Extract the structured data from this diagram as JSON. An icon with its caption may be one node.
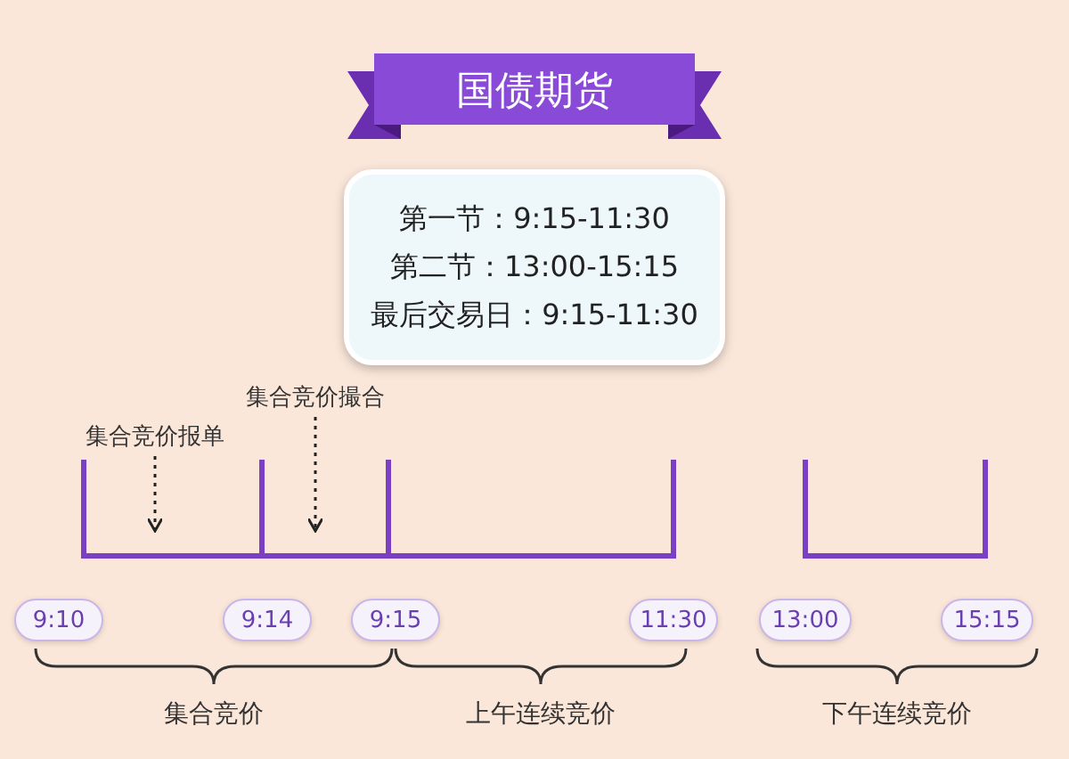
{
  "diagram": {
    "title": "国债期货",
    "nodes": [
      {
        "text": [
          "第一节：9:15-11:30",
          "第二节：13:00-15:15",
          "最后交易日：9:15-11:30"
        ]
      },
      {
        "text": [
          "集合竞价报单"
        ]
      },
      {
        "text": [
          "集合竞价撮合"
        ]
      },
      {
        "text": [
          "9:10"
        ]
      },
      {
        "text": [
          "9:14"
        ]
      },
      {
        "text": [
          "9:15"
        ]
      },
      {
        "text": [
          "11:30"
        ]
      },
      {
        "text": [
          "13:00"
        ]
      },
      {
        "text": [
          "15:15"
        ]
      }
    ],
    "edges": [
      {
        "from": 1,
        "to": null,
        "arrow": "to",
        "style": "dashed"
      },
      {
        "from": 2,
        "to": null,
        "arrow": "to",
        "style": "dashed"
      }
    ],
    "labels": [
      "集合竞价",
      "上午连续竞价",
      "下午连续竞价"
    ]
  }
}
